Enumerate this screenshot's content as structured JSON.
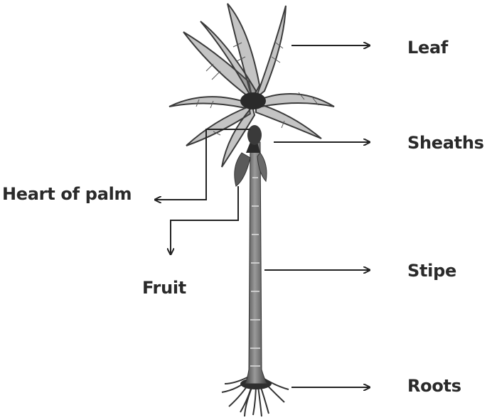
{
  "diagram": {
    "labels": {
      "leaf": "Leaf",
      "sheaths": "Sheaths",
      "heart_of_palm": "Heart of palm",
      "fruit": "Fruit",
      "stipe": "Stipe",
      "roots": "Roots"
    },
    "colors": {
      "line": "#222222",
      "foliage": "#4a4a4a",
      "trunk": "#5a5a5a",
      "text": "#2a2a2a"
    }
  }
}
